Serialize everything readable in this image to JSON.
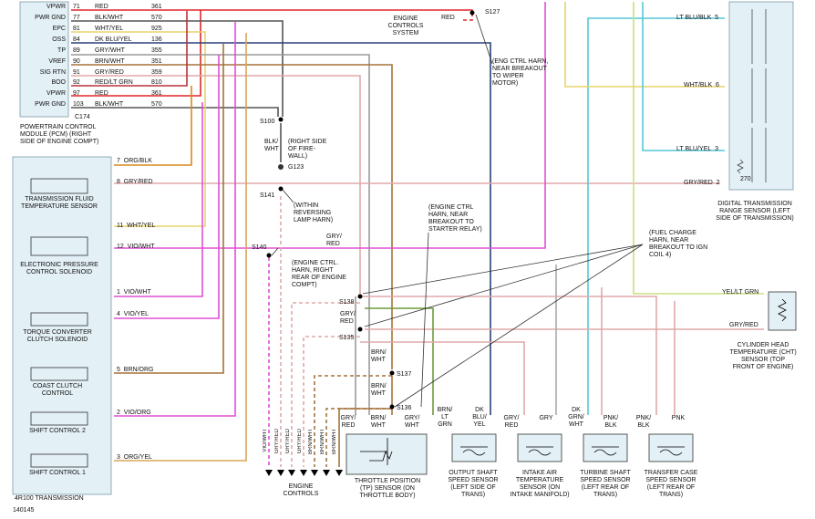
{
  "pcm": {
    "pins": [
      {
        "name": "VPWR",
        "num": "71",
        "color": "RED",
        "circuit": "361"
      },
      {
        "name": "PWR GND",
        "num": "77",
        "color": "BLK/WHT",
        "circuit": "570"
      },
      {
        "name": "EPC",
        "num": "81",
        "color": "WHT/YEL",
        "circuit": "925"
      },
      {
        "name": "OSS",
        "num": "84",
        "color": "DK BLU/YEL",
        "circuit": "136"
      },
      {
        "name": "TP",
        "num": "89",
        "color": "GRY/WHT",
        "circuit": "355"
      },
      {
        "name": "VREF",
        "num": "90",
        "color": "BRN/WHT",
        "circuit": "351"
      },
      {
        "name": "SIG RTN",
        "num": "91",
        "color": "GRY/RED",
        "circuit": "359"
      },
      {
        "name": "BOO",
        "num": "92",
        "color": "RED/LT GRN",
        "circuit": "810"
      },
      {
        "name": "VPWR",
        "num": "97",
        "color": "RED",
        "circuit": "361"
      },
      {
        "name": "PWR GND",
        "num": "103",
        "color": "BLK/WHT",
        "circuit": "570"
      }
    ],
    "connector": "C174",
    "title": "POWERTRAIN CONTROL MODULE (PCM) (RIGHT SIDE OF ENGINE COMPT)"
  },
  "transmission": {
    "title": "4R100 TRANSMISSION",
    "components": [
      {
        "label": "TRANSMISSION FLUID TEMPERATURE SENSOR"
      },
      {
        "label": "ELECTRONIC PRESSURE CONTROL SOLENOID"
      },
      {
        "label": "TORQUE CONVERTER CLUTCH SOLENOID"
      },
      {
        "label": "COAST CLUTCH CONTROL"
      },
      {
        "label": "SHIFT CONTROL 2"
      },
      {
        "label": "SHIFT CONTROL 1"
      }
    ],
    "pins": [
      {
        "num": "7",
        "color": "ORG/BLK"
      },
      {
        "num": "8",
        "color": "GRY/RED"
      },
      {
        "num": "11",
        "color": "WHT/YEL"
      },
      {
        "num": "12",
        "color": "VIO/WHT"
      },
      {
        "num": "1",
        "color": "VIO/WHT"
      },
      {
        "num": "4",
        "color": "VIO/YEL"
      },
      {
        "num": "5",
        "color": "BRN/ORG"
      },
      {
        "num": "2",
        "color": "VIO/ORG"
      },
      {
        "num": "3",
        "color": "ORG/YEL"
      }
    ]
  },
  "splices": {
    "s127": "S127",
    "s100": "S100",
    "s141": "S141",
    "s140": "S140",
    "s138": "S138",
    "s135": "S135",
    "s137": "S137",
    "s136": "S136",
    "g123": "G123"
  },
  "notes": {
    "ecs": "ENGINE CONTROLS SYSTEM",
    "red": "RED",
    "eng_ctrl_wiper": "(ENG CTRL HARN, NEAR BREAKOUT TO WIPER MOTOR)",
    "blk_wht": "BLK/ WHT",
    "firewall": "(RIGHT SIDE OF FIRE- WALL)",
    "reversing": "(WITHIN REVERSING LAMP HARN)",
    "gry_red": "GRY/ RED",
    "starter": "(ENGINE CTRL HARN, NEAR BREAKOUT TO STARTER RELAY)",
    "fuel_charge": "(FUEL CHARGE HARN, NEAR BREAKOUT TO IGN COIL 4)",
    "rear_eng": "(ENGINE CTRL. HARN, RIGHT REAR OF ENGINE COMPT)",
    "gry_red2": "GRY/ RED",
    "brn_wht1": "BRN/ WHT",
    "brn_wht2": "BRN/ WHT",
    "engine_controls": "ENGINE CONTROLS",
    "diagram_id": "140145"
  },
  "dtr": {
    "title": "DIGITAL TRANSMISSION RANGE SENSOR (LEFT SIDE OF TRANSMISSION)",
    "wires": [
      {
        "color": "LT BLU/BLK",
        "num": "5"
      },
      {
        "color": "WHT/BLK",
        "num": "6"
      },
      {
        "color": "LT BLU/YEL",
        "num": "3"
      },
      {
        "color": "GRY/RED",
        "num": "2"
      }
    ],
    "resistor": "270"
  },
  "cht": {
    "title": "CYLINDER HEAD TEMPERATURE (CHT) SENSOR (TOP FRONT OF ENGINE)",
    "wires": [
      "YEL/LT GRN",
      "GRY/RED"
    ]
  },
  "bottom": {
    "tp_wires": [
      "GRY/ RED",
      "BRN/ WHT",
      "GRY/ WHT"
    ],
    "tp_label": "THROTTLE POSITION (TP) SENSOR (ON THROTTLE BODY)",
    "oss_wires": [
      "BRN/ LT GRN",
      "DK BLU/ YEL"
    ],
    "oss_label": "OUTPUT SHAFT SPEED SENSOR (LEFT SIDE OF TRANS)",
    "iat_wires": [
      "GRY/ RED",
      "GRY"
    ],
    "iat_label": "INTAKE AIR TEMPERATURE SENSOR (ON INTAKE MANIFOLD)",
    "tss_wires": [
      "DK GRN/ WHT",
      "PNK/ BLK"
    ],
    "tss_label": "TURBINE SHAFT SPEED SENSOR (LEFT REAR OF TRANS)",
    "tcss_wires": [
      "PNK/ BLK",
      "PNK"
    ],
    "tcss_label": "TRANSFER CASE SPEED SENSOR (LEFT REAR OF TRANS)",
    "engine_wires": [
      "VIO/WHT",
      "GRY/RED",
      "GRY/RED",
      "GRY/RED",
      "BRN/WHT",
      "BRN/WHT",
      "BRN/WHT"
    ]
  }
}
